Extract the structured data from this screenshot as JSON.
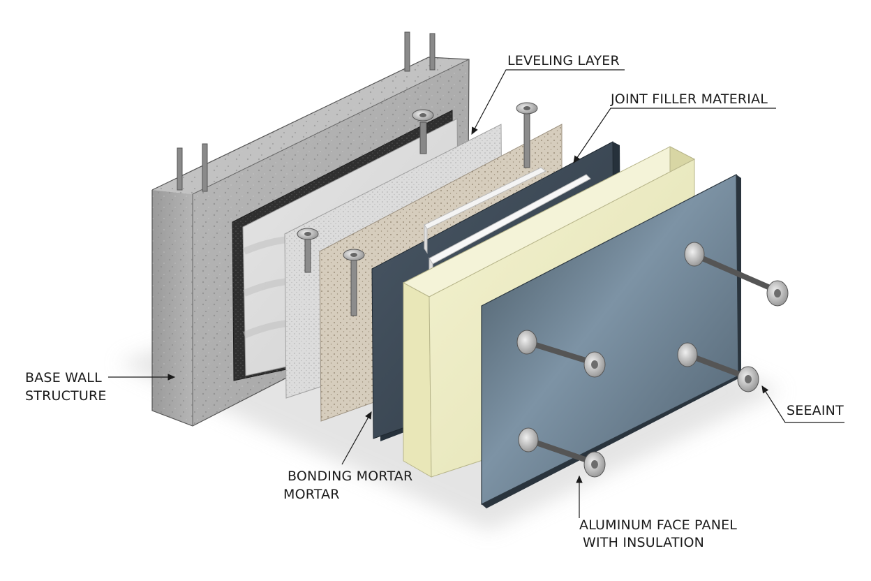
{
  "labels": {
    "leveling_layer": "LEVELING LAYER",
    "joint_filler": "JOINT FILLER MATERIAL",
    "base_wall_line1": "BASE WALL",
    "base_wall_line2": "STRUCTURE",
    "sealant": "SEEAINT",
    "bonding_line1": "BONDING MORTAR",
    "bonding_line2": "MORTAR",
    "panel_line1": "ALUMINUM FACE PANEL",
    "panel_line2": "WITH INSULATION"
  },
  "colors": {
    "concrete": "#a9a9a9",
    "waterproof_membrane": "#3a3a3a",
    "leveling_sheet": "#d9d9d9",
    "mortar_board": "#d6cdbd",
    "joint_board": "#3e4b57",
    "insulation": "#ecebc3",
    "face_panel": "#56697a",
    "line": "#1a1a1a"
  },
  "icons": [
    "rebar-icon",
    "anchor-bolt-icon",
    "arrow-icon"
  ]
}
